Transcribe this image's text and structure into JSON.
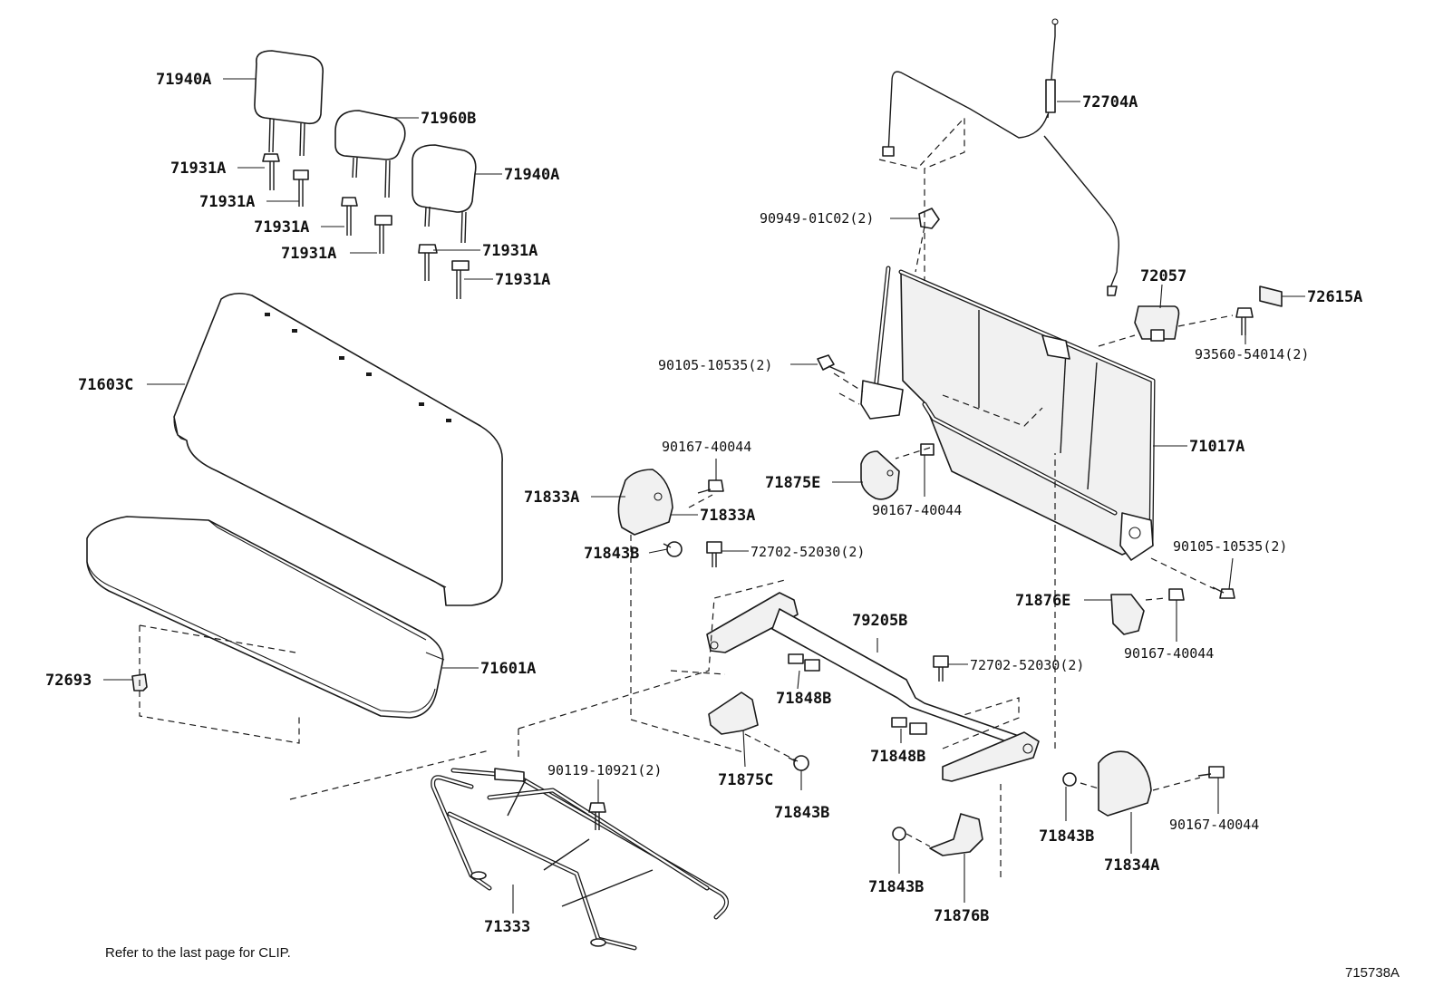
{
  "labels": {
    "l1": "71940A",
    "l2": "71960B",
    "l3": "71940A",
    "l4": "71931A",
    "l5": "71931A",
    "l6": "71931A",
    "l7": "71931A",
    "l8": "71931A",
    "l9": "71931A",
    "l10": "71603C",
    "l11": "71601A",
    "l12": "72693",
    "l13": "71333",
    "l14": "90119-10921(2)",
    "l15": "72704A",
    "l16": "90949-01C02(2)",
    "l17": "72057",
    "l18": "72615A",
    "l19": "93560-54014(2)",
    "l20": "90105-10535(2)",
    "l21": "71017A",
    "l22": "71875E",
    "l23": "90167-40044",
    "l24": "90167-40044",
    "l25": "71833A",
    "l26": "71833A",
    "l27": "71843B",
    "l28": "72702-52030(2)",
    "l29": "79205B",
    "l30": "72702-52030(2)",
    "l31": "71848B",
    "l32": "71848B",
    "l33": "71875C",
    "l34": "71843B",
    "l35": "90105-10535(2)",
    "l36": "71876E",
    "l37": "90167-40044",
    "l38": "71843B",
    "l39": "71834A",
    "l40": "90167-40044",
    "l41": "71843B",
    "l42": "71876B"
  },
  "footer": {
    "note": "Refer to the last page for CLIP.",
    "diagram_code": "715738A"
  }
}
